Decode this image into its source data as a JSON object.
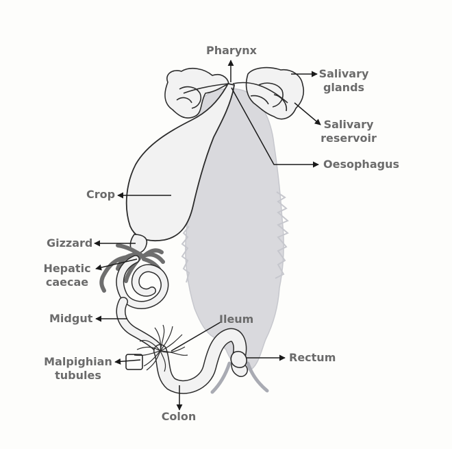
{
  "labels": {
    "pharynx": "Pharynx",
    "salivary_glands_1": "Salivary",
    "salivary_glands_2": "glands",
    "salivary_reservoir_1": "Salivary",
    "salivary_reservoir_2": "reservoir",
    "oesophagus": "Oesophagus",
    "crop": "Crop",
    "gizzard": "Gizzard",
    "hepatic_caecae_1": "Hepatic",
    "hepatic_caecae_2": "caecae",
    "midgut": "Midgut",
    "ileum": "Ileum",
    "malpighian_tubules_1": "Malpighian",
    "malpighian_tubules_2": "tubules",
    "rectum": "Rectum",
    "colon": "Colon"
  },
  "colors": {
    "label_text": "#6b6b6b",
    "outline": "#2b2b2b",
    "organ_fill": "#f2f2f2",
    "body_silhouette": "#d9d9dd",
    "caecae_fill": "#8a8a8a",
    "cerci": "#a9abb3"
  }
}
